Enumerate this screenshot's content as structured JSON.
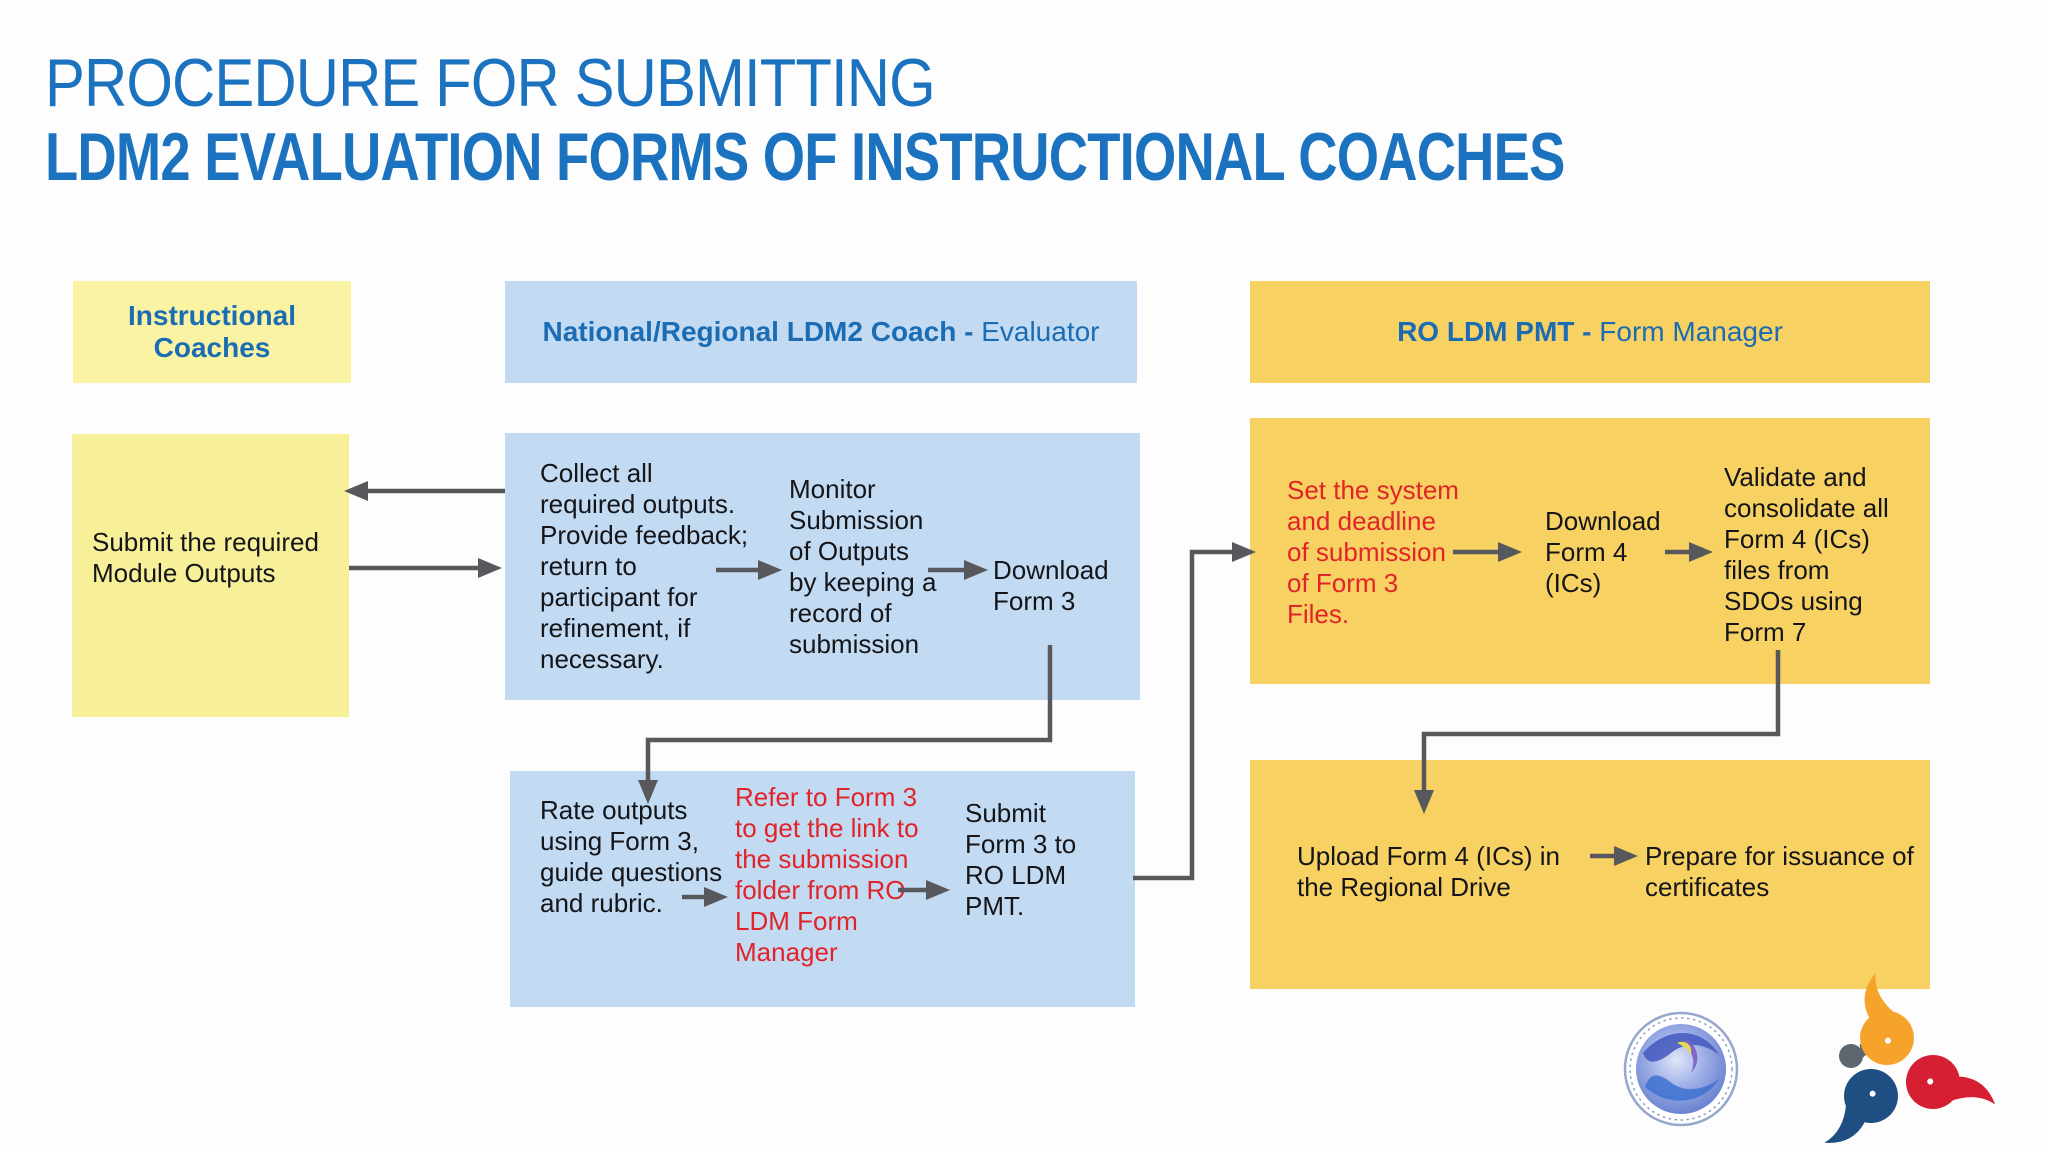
{
  "title": {
    "line1": "PROCEDURE FOR SUBMITTING",
    "line2": "LDM2 EVALUATION FORMS OF INSTRUCTIONAL COACHES"
  },
  "lanes": {
    "instructional_coaches": {
      "label": "Instructional Coaches"
    },
    "coach": {
      "label_bold": "National/Regional LDM2 Coach -",
      "label_regular": "Evaluator"
    },
    "pmt": {
      "label_bold": "RO LDM PMT -",
      "label_regular": "Form Manager"
    }
  },
  "steps": {
    "submit_required": "Submit the required\nModule Outputs",
    "collect": "Collect all\nrequired outputs.\nProvide feedback;\nreturn to\nparticipant for\nrefinement, if\nnecessary.",
    "monitor": "Monitor\nSubmission\nof Outputs\nby keeping a\nrecord of\nsubmission",
    "download_form3": "Download\nForm 3",
    "set_system": "Set the system\nand deadline\nof submission\nof Form 3\nFiles.",
    "download_form4": "Download\nForm 4\n(ICs)",
    "validate": "Validate and\nconsolidate all\nForm 4 (ICs)\nfiles from\nSDOs using\nForm 7",
    "rate": "Rate outputs\nusing Form 3,\nguide questions\nand rubric.",
    "refer": "Refer to Form 3\nto get the link to\nthe submission\nfolder from RO\nLDM Form\nManager",
    "submit_form3": "Submit\nForm 3 to\nRO LDM\nPMT.",
    "upload": "Upload Form 4 (ICs) in\nthe Regional Drive",
    "prepare": "Prepare for issuance of\ncertificates"
  },
  "colors": {
    "title_blue": "#1b73c0",
    "header_text_blue": "#1b6cb2",
    "yellow_box": "#f8f098",
    "pale_yellow_header": "#f9f3a3",
    "light_blue_box": "#c3daf3",
    "orange_box": "#f8d163",
    "red_text": "#e12429",
    "body_text": "#141519",
    "arrow_gray": "#57585c"
  },
  "icons": {
    "seal_logo": "circular-seal-logo",
    "swirl_logo": "tri-comma-swirl-logo"
  }
}
